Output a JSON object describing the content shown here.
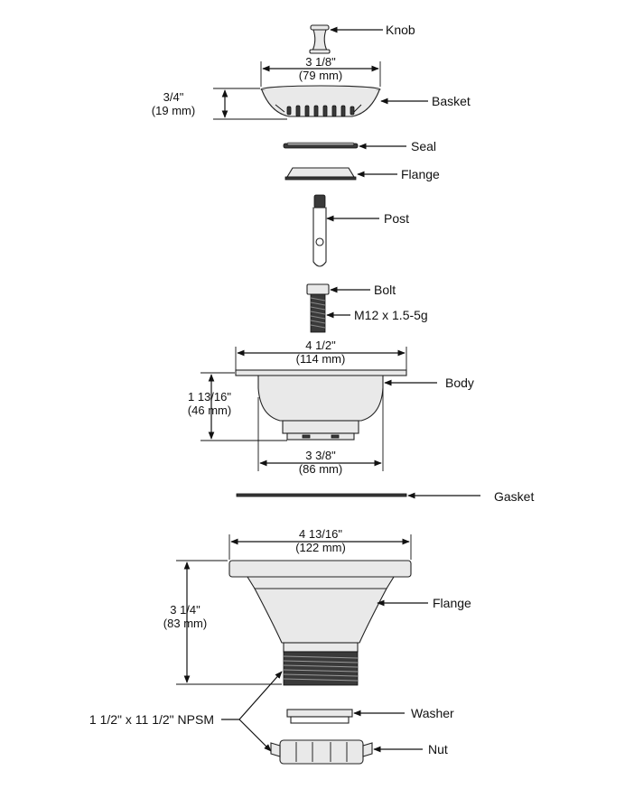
{
  "parts": {
    "knob": "Knob",
    "basket": "Basket",
    "seal": "Seal",
    "flange_top": "Flange",
    "post": "Post",
    "bolt": "Bolt",
    "thread_spec": "M12 x 1.5-5g",
    "body": "Body",
    "gasket": "Gasket",
    "flange_bottom": "Flange",
    "npsm": "1 1/2\" x 11 1/2\" NPSM",
    "washer": "Washer",
    "nut": "Nut"
  },
  "dimensions": {
    "basket_width": {
      "in": "3 1/8\"",
      "mm": "(79 mm)"
    },
    "basket_height": {
      "in": "3/4\"",
      "mm": "(19 mm)"
    },
    "body_width": {
      "in": "4 1/2\"",
      "mm": "(114 mm)"
    },
    "body_height": {
      "in": "1 13/16\"",
      "mm": "(46 mm)"
    },
    "body_inner_width": {
      "in": "3 3/8\"",
      "mm": "(86 mm)"
    },
    "flange_width": {
      "in": "4 13/16\"",
      "mm": "(122 mm)"
    },
    "flange_height": {
      "in": "3 1/4\"",
      "mm": "(83 mm)"
    }
  }
}
